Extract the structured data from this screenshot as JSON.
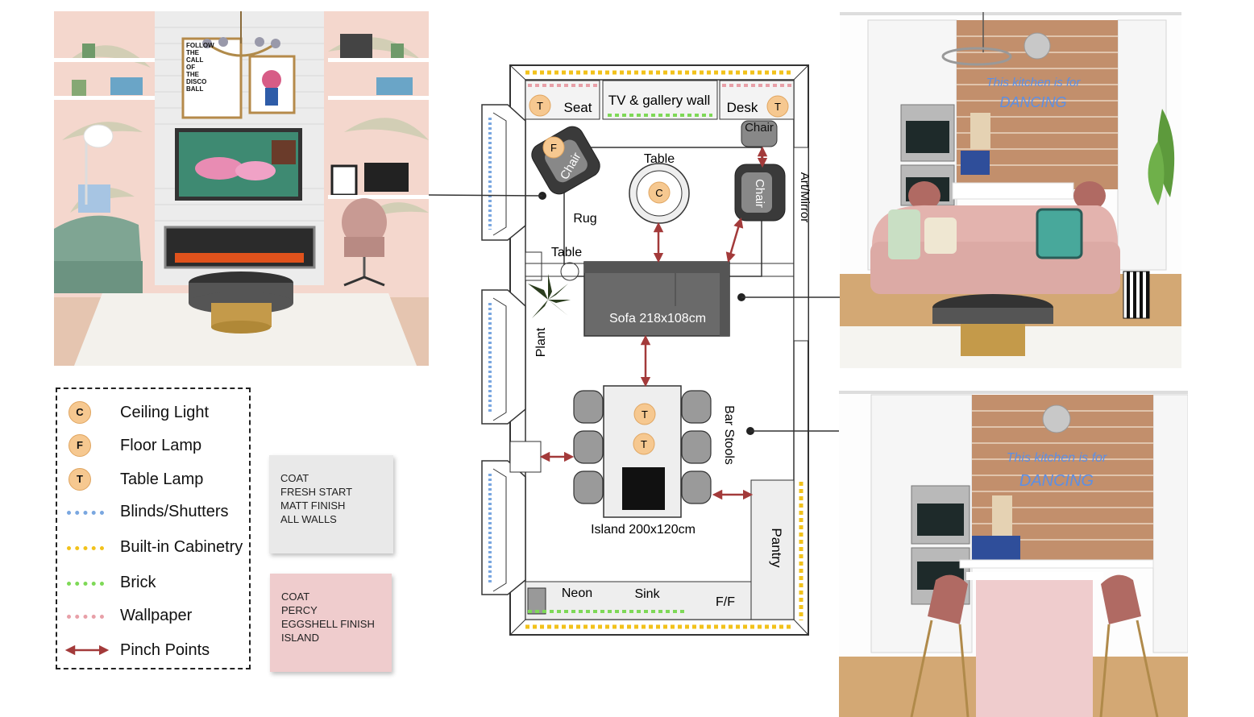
{
  "floorplan": {
    "labels": {
      "seat": "Seat",
      "tv_wall": "TV & gallery wall",
      "desk": "Desk",
      "chair_top": "Chair",
      "chair_left": "Chair",
      "chair_right": "Chair",
      "table_center": "Table",
      "table_side": "Table",
      "rug": "Rug",
      "art_mirror": "Art/Mirror",
      "sofa": "Sofa 218x108cm",
      "plant": "Plant",
      "bar_stools": "Bar Stools",
      "island": "Island 200x120cm",
      "pantry": "Pantry",
      "neon": "Neon",
      "sink": "Sink",
      "ff": "F/F"
    },
    "badges": {
      "ceiling": "C",
      "floor": "F",
      "table_lamp": "T"
    }
  },
  "legend": {
    "items": [
      {
        "badge": "C",
        "label": "Ceiling Light"
      },
      {
        "badge": "F",
        "label": "Floor Lamp"
      },
      {
        "badge": "T",
        "label": "Table Lamp"
      },
      {
        "dash_color": "#7aa7e0",
        "label": "Blinds/Shutters"
      },
      {
        "dash_color": "#f2c21b",
        "label": "Built-in Cabinetry"
      },
      {
        "dash_color": "#7ed957",
        "label": "Brick"
      },
      {
        "dash_color": "#e8a0a8",
        "label": "Wallpaper"
      },
      {
        "arrow_color": "#a33a3a",
        "label": "Pinch Points"
      }
    ]
  },
  "swatches": [
    {
      "lines": [
        "COAT",
        "FRESH START",
        "MATT FINISH",
        "ALL WALLS"
      ],
      "color": "#e9e9e9"
    },
    {
      "lines": [
        "COAT",
        "PERCY",
        "EGGSHELL  FINISH",
        "ISLAND"
      ],
      "color": "#efcccd"
    }
  ],
  "neon_sign": {
    "top": [
      "This kitchen is for",
      "DANCING"
    ],
    "bottom": [
      "This kitchen is for",
      "DANCING"
    ]
  },
  "poster_text": [
    "FOLLOW",
    "THE",
    "CALL",
    "OF",
    "THE",
    "DISCO",
    "BALL"
  ],
  "colors": {
    "badge": "#f6c890",
    "pinch": "#a33a3a",
    "blinds": "#7aa7e0",
    "cabinetry": "#f2c21b",
    "brick": "#7ed957",
    "wallpaper": "#e8a0a8"
  }
}
